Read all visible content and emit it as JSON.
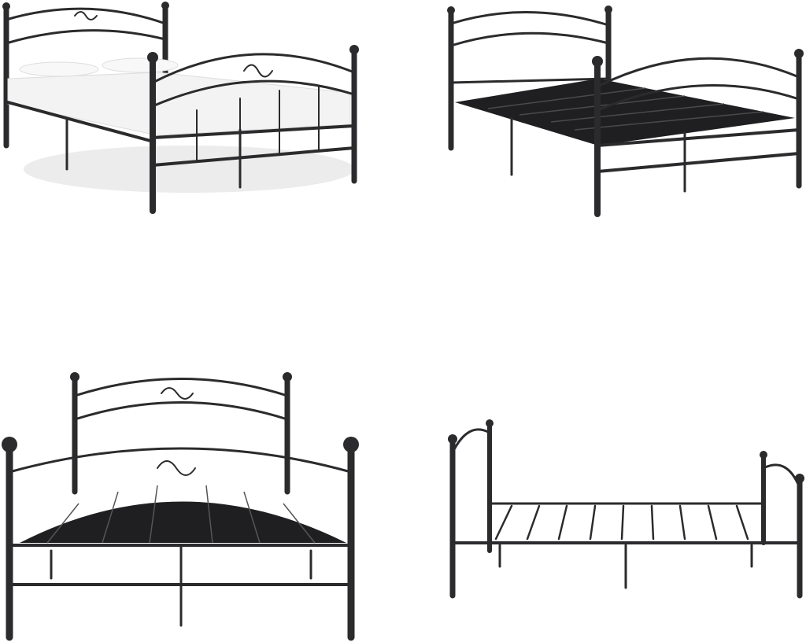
{
  "gallery": {
    "images": [
      {
        "view": "bed-with-mattress-angled"
      },
      {
        "view": "bed-frame-slats-angled"
      },
      {
        "view": "bed-frame-front"
      },
      {
        "view": "bed-frame-side"
      }
    ]
  },
  "colors": {
    "frame": "#2b2b2d",
    "background": "#ffffff",
    "mattress": "#f2f2f2",
    "shadow": "#e6e6e6"
  }
}
